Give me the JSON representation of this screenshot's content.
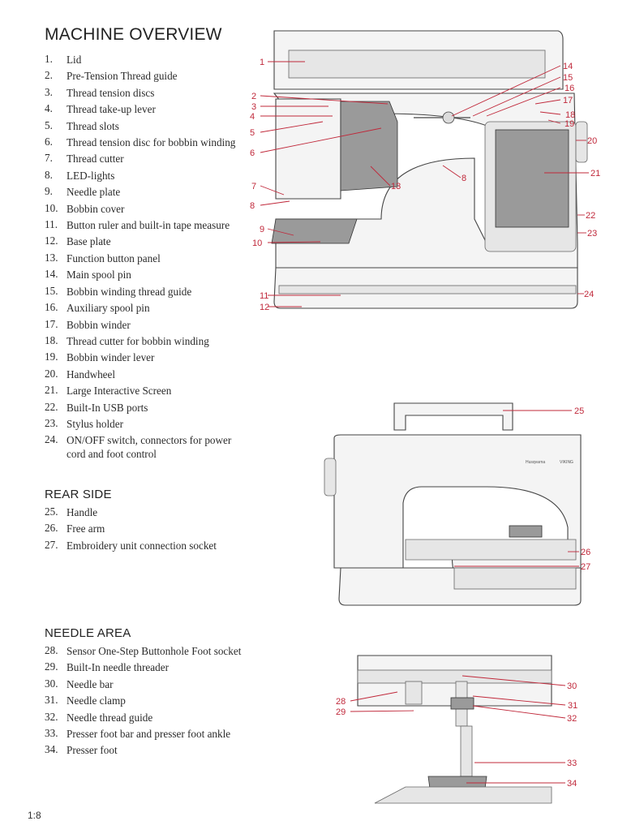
{
  "overview": {
    "title": "MACHINE OVERVIEW",
    "items": [
      {
        "num": "1.",
        "text": "Lid"
      },
      {
        "num": "2.",
        "text": "Pre-Tension Thread guide"
      },
      {
        "num": "3.",
        "text": "Thread tension discs"
      },
      {
        "num": "4.",
        "text": "Thread take-up lever"
      },
      {
        "num": "5.",
        "text": "Thread slots"
      },
      {
        "num": "6.",
        "text": "Thread tension disc for bobbin winding"
      },
      {
        "num": "7.",
        "text": "Thread cutter"
      },
      {
        "num": "8.",
        "text": "LED-lights"
      },
      {
        "num": "9.",
        "text": "Needle plate"
      },
      {
        "num": "10.",
        "text": "Bobbin cover"
      },
      {
        "num": "11.",
        "text": "Button ruler and built-in tape measure"
      },
      {
        "num": "12.",
        "text": "Base plate"
      },
      {
        "num": "13.",
        "text": "Function button panel"
      },
      {
        "num": "14.",
        "text": "Main spool pin"
      },
      {
        "num": "15.",
        "text": "Bobbin winding thread guide"
      },
      {
        "num": "16.",
        "text": "Auxiliary spool pin"
      },
      {
        "num": "17.",
        "text": "Bobbin winder"
      },
      {
        "num": "18.",
        "text": "Thread cutter for bobbin winding"
      },
      {
        "num": "19.",
        "text": "Bobbin winder lever"
      },
      {
        "num": "20.",
        "text": "Handwheel"
      },
      {
        "num": "21.",
        "text": "Large Interactive Screen"
      },
      {
        "num": "22.",
        "text": "Built-In USB ports"
      },
      {
        "num": "23.",
        "text": "Stylus holder"
      },
      {
        "num": "24.",
        "text": "ON/OFF switch, connectors for power cord and foot control"
      }
    ]
  },
  "rear": {
    "title": "REAR SIDE",
    "items": [
      {
        "num": "25.",
        "text": "Handle"
      },
      {
        "num": "26.",
        "text": "Free arm"
      },
      {
        "num": "27.",
        "text": "Embroidery unit connection socket"
      }
    ]
  },
  "needle": {
    "title": "NEEDLE AREA",
    "items": [
      {
        "num": "28.",
        "text": "Sensor One-Step Buttonhole Foot socket"
      },
      {
        "num": "29.",
        "text": "Built-In needle threader"
      },
      {
        "num": "30.",
        "text": "Needle bar"
      },
      {
        "num": "31.",
        "text": "Needle clamp"
      },
      {
        "num": "32.",
        "text": "Needle thread guide"
      },
      {
        "num": "33.",
        "text": "Presser foot bar and presser foot ankle"
      },
      {
        "num": "34.",
        "text": "Presser foot"
      }
    ]
  },
  "illustration1": {
    "callouts": [
      "1",
      "2",
      "3",
      "4",
      "5",
      "6",
      "7",
      "8",
      "9",
      "10",
      "11",
      "12",
      "13",
      "14",
      "15",
      "16",
      "17",
      "18",
      "19",
      "20",
      "21",
      "22",
      "23",
      "24"
    ]
  },
  "illustration2": {
    "callouts": [
      "25",
      "26",
      "27"
    ],
    "brand": "Husqvarna",
    "model": "VIKING"
  },
  "illustration3": {
    "callouts": [
      "28",
      "29",
      "30",
      "31",
      "32",
      "33",
      "34"
    ]
  },
  "page_number": "1:8",
  "colors": {
    "callout": "#c0283a",
    "text": "#2b2b2b",
    "line_art": "#444444"
  }
}
